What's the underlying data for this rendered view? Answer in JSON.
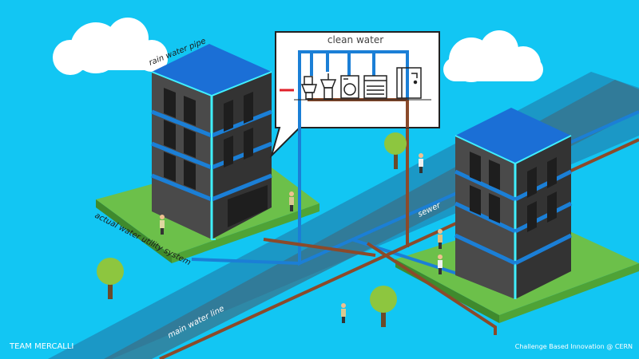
{
  "labels": {
    "rain_water_pipe": "rain water pipe",
    "clean_water": "clean water",
    "actual_water_utility_system": "actual water utility system",
    "sewer": "sewer",
    "main_water_line": "main water line"
  },
  "footer": {
    "team": "TEAM MERCALLI",
    "credit": "Challenge Based Innovation @ CERN"
  },
  "appliances": [
    "toilet-icon",
    "sink-icon",
    "washing-machine-icon",
    "dishwasher-icon",
    "shower-icon"
  ],
  "colors": {
    "sky": "#12c6f3",
    "clean_pipe": "#1b7fd6",
    "sewer_pipe": "#8b4a2a",
    "grass": "#6cc04a",
    "building": "#4a4a4a",
    "outline": "#3ff0ff",
    "roof": "#1b6fd6"
  }
}
